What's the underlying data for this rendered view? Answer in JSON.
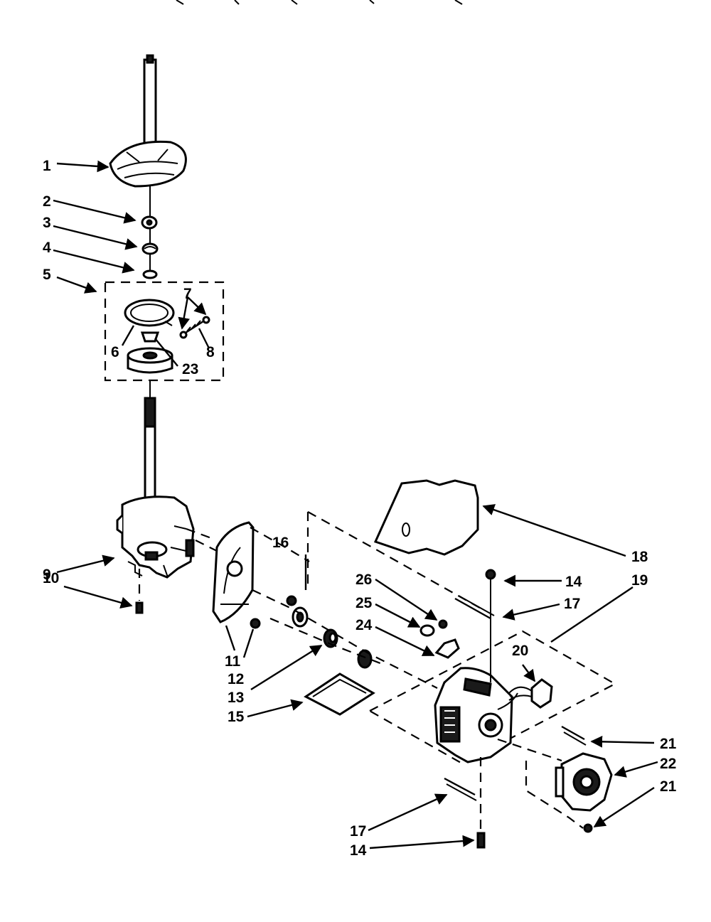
{
  "header": {
    "title_fragment": ""
  },
  "callouts": {
    "c1": "1",
    "c2": "2",
    "c3": "3",
    "c4": "4",
    "c5": "5",
    "c6": "6",
    "c7": "7",
    "c8": "8",
    "c9": "9",
    "c10": "10",
    "c11": "11",
    "c12": "12",
    "c13": "13",
    "c14a": "14",
    "c14b": "14",
    "c15": "15",
    "c16": "16",
    "c17a": "17",
    "c17b": "17",
    "c18": "18",
    "c19": "19",
    "c20": "20",
    "c21a": "21",
    "c21b": "21",
    "c22": "22",
    "c23": "23",
    "c24": "24",
    "c25": "25",
    "c26": "26"
  },
  "colors": {
    "ink": "#000000",
    "paper": "#ffffff"
  }
}
